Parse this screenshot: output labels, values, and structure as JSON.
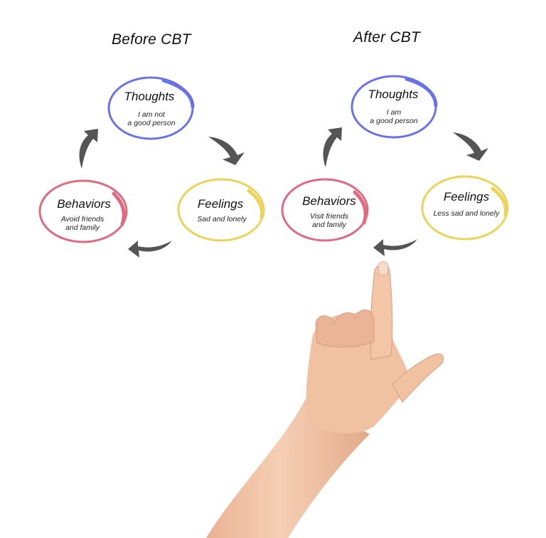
{
  "panels": [
    {
      "title": "Before CBT",
      "nodes": [
        {
          "id": "thoughts",
          "title": "Thoughts",
          "subtitle": "I am not\na good person",
          "color": "#6a72e8"
        },
        {
          "id": "feelings",
          "title": "Feelings",
          "subtitle": "Sad and lonely",
          "color": "#ecd35a"
        },
        {
          "id": "behaviors",
          "title": "Behaviors",
          "subtitle": "Avoid friends\nand family",
          "color": "#e06a80"
        }
      ]
    },
    {
      "title": "After CBT",
      "nodes": [
        {
          "id": "thoughts",
          "title": "Thoughts",
          "subtitle": "I am\na good person",
          "color": "#6a72e8"
        },
        {
          "id": "feelings",
          "title": "Feelings",
          "subtitle": "Less sad and lonely",
          "color": "#ecd35a"
        },
        {
          "id": "behaviors",
          "title": "Behaviors",
          "subtitle": "Visit friends\nand family",
          "color": "#e06a80"
        }
      ]
    }
  ],
  "colors": {
    "arrow": "#555555",
    "skin": "#f1c2a2",
    "skin_shadow": "#d99a7c"
  }
}
